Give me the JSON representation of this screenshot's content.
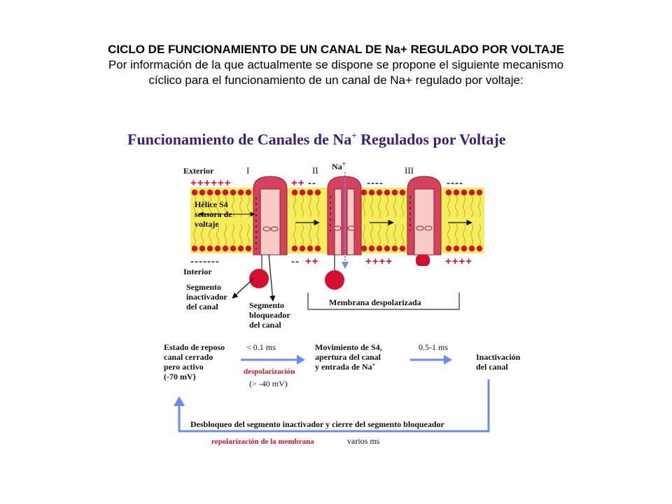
{
  "heading": {
    "title": "CICLO DE FUNCIONAMIENTO DE UN CANAL DE Na+ REGULADO POR VOLTAJE",
    "line2": "Por información de la que actualmente se dispone se propone el siguiente mecanismo",
    "line3": "cíclico para el funcionamiento de un canal de Na+ regulado por voltaje:"
  },
  "diagram": {
    "title": "Funcionamiento de Canales de Na",
    "title_sup": "+",
    "title_rest": " Regulados por Voltaje",
    "exterior": "Exterior",
    "interior": "Interior",
    "stage_1": "I",
    "stage_2": "II",
    "stage_3": "III",
    "na_label": "Na",
    "na_sup": "+",
    "helice_1": "Hélice S4",
    "helice_2": "sensora de",
    "helice_3": "voltaje",
    "charges_top_1": "++++++",
    "charges_top_2a": "++",
    "charges_top_2b": "--",
    "charges_top_3": "----",
    "charges_top_4": "----",
    "charges_bot_1": "-------",
    "charges_bot_2a": "--",
    "charges_bot_2b": "++",
    "charges_bot_3": "++++",
    "charges_bot_4": "++++",
    "seg_inact_1": "Segmento",
    "seg_inact_2": "inactivador",
    "seg_inact_3": "del canal",
    "seg_bloq_1": "Segmento",
    "seg_bloq_2": "bloqueador",
    "seg_bloq_3": "del canal",
    "membrana": "Membrana despolarizada"
  },
  "cycle": {
    "reposo_1": "Estado de reposo",
    "reposo_2": "canal cerrado",
    "reposo_3": "pero activo",
    "reposo_4": "(-70 mV)",
    "time_1": "< 0.1 ms",
    "despol": "despolarización",
    "despol_v": "(> -40 mV)",
    "mov_1": "Movimiento de S4,",
    "mov_2": "apertura del canal",
    "mov_3": "y entrada de Na",
    "mov_sup": "+",
    "time_2": "0.5-1 ms",
    "inact_1": "Inactivación",
    "inact_2": "del canal",
    "desbloqueo": "Desbloqueo del segmento inactivador y cierre del segmento bloqueador",
    "repol": "repolarización de la membrana",
    "varios": "varios ms"
  },
  "colors": {
    "membrane": "#f5ee5a",
    "head": "#d4102e",
    "channel": "#d6415c",
    "channel_inner": "#f7cbc6",
    "arrow_blue": "#6a8cf0"
  }
}
